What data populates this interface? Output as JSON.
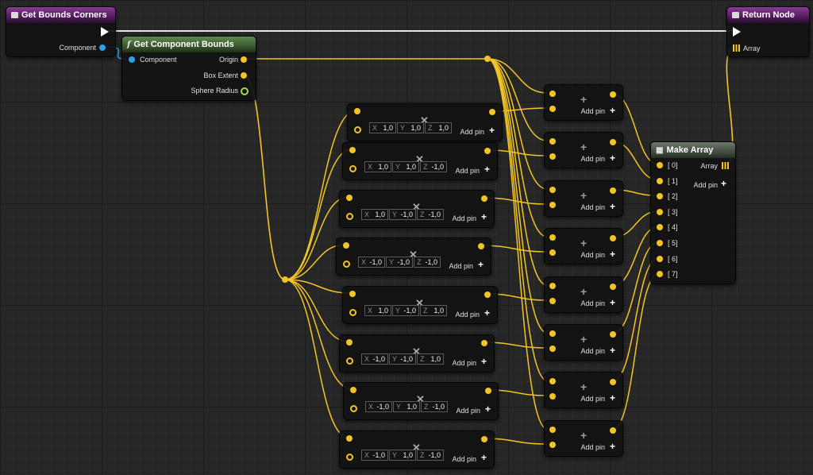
{
  "colors": {
    "float": "#f3c425",
    "object": "#2f9fe8",
    "int": "#a7d944",
    "purple": "#6a2874",
    "green": "#4f7440"
  },
  "entry": {
    "title": "Get Bounds Corners",
    "component_label": "Component",
    "icon": "event-box-icon"
  },
  "return_node": {
    "title": "Return Node",
    "array_label": "Array",
    "icon": "return-box-icon"
  },
  "get_bounds": {
    "title": "Get Component Bounds",
    "icon": "function-icon",
    "icon_glyph": "f",
    "component_label": "Component",
    "origin_label": "Origin",
    "box_extent_label": "Box Extent",
    "sphere_radius_label": "Sphere Radius"
  },
  "make_array": {
    "title": "Make Array",
    "icon": "array-grid-icon",
    "array_label": "Array",
    "add_pin_label": "Add pin",
    "pins": [
      "[ 0]",
      "[ 1]",
      "[ 2]",
      "[ 3]",
      "[ 4]",
      "[ 5]",
      "[ 6]",
      "[ 7]"
    ]
  },
  "multiply_nodes": [
    {
      "x": "1,0",
      "y": "1,0",
      "z": "1,0",
      "add_pin": "Add pin"
    },
    {
      "x": "1,0",
      "y": "1,0",
      "z": "-1,0",
      "add_pin": "Add pin"
    },
    {
      "x": "1,0",
      "y": "-1,0",
      "z": "-1,0",
      "add_pin": "Add pin"
    },
    {
      "x": "-1,0",
      "y": "-1,0",
      "z": "-1,0",
      "add_pin": "Add pin"
    },
    {
      "x": "1,0",
      "y": "-1,0",
      "z": "1,0",
      "add_pin": "Add pin"
    },
    {
      "x": "-1,0",
      "y": "-1,0",
      "z": "1,0",
      "add_pin": "Add pin"
    },
    {
      "x": "-1,0",
      "y": "1,0",
      "z": "-1,0",
      "add_pin": "Add pin"
    },
    {
      "x": "-1,0",
      "y": "1,0",
      "z": "-1,0",
      "add_pin": "Add pin"
    }
  ],
  "axis": {
    "x": "X",
    "y": "Y",
    "z": "Z"
  },
  "multiply_glyph": "✕",
  "add_glyph": "+",
  "add_nodes": [
    {
      "add_pin": "Add pin"
    },
    {
      "add_pin": "Add pin"
    },
    {
      "add_pin": "Add pin"
    },
    {
      "add_pin": "Add pin"
    },
    {
      "add_pin": "Add pin"
    },
    {
      "add_pin": "Add pin"
    },
    {
      "add_pin": "Add pin"
    },
    {
      "add_pin": "Add pin"
    }
  ]
}
